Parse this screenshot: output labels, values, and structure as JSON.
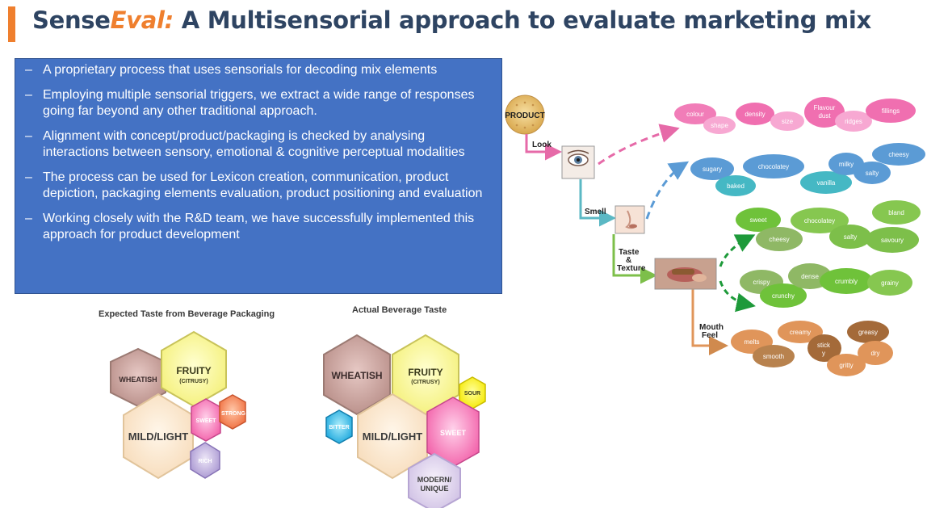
{
  "header": {
    "title_prefix": "Sense",
    "title_italic": "Eval:",
    "title_rest": " A Multisensorial approach to evaluate marketing mix"
  },
  "bullets": [
    "A proprietary process  that uses sensorials  for decoding mix elements",
    "Employing multiple sensorial triggers, we extract a wide range of responses going far beyond any other traditional approach.",
    "Alignment with concept/product/packaging is checked by analysing interactions between sensory, emotional & cognitive perceptual modalities",
    "The process can be used for Lexicon creation, communication, product depiction, packaging elements  evaluation, product  positioning and evaluation",
    "Working closely with the R&D team, we have successfully implemented this approach for product development"
  ],
  "expected": {
    "title": "Expected Taste from Beverage Packaging",
    "wheatish": "WHEATISH",
    "fruity": "FRUITY",
    "citrusy": "(CITRUSY)",
    "mild": "MILD/LIGHT",
    "sweet": "SWEET",
    "strong": "STRONG",
    "rich": "RICH"
  },
  "actual": {
    "title": "Actual Beverage Taste",
    "wheatish": "WHEATISH",
    "fruity": "FRUITY",
    "citrusy": "(CITRUSY)",
    "sour": "SOUR",
    "bitter": "BITTER",
    "mild": "MILD/LIGHT",
    "sweet": "SWEET",
    "modern1": "MODERN/",
    "modern2": "UNIQUE"
  },
  "flow": {
    "product": "PRODUCT",
    "look": "Look",
    "smell": "Smell",
    "taste1": "Taste",
    "taste2": "&",
    "taste3": "Texture",
    "mouth1": "Mouth",
    "mouth2": "Feel"
  },
  "clouds": {
    "look": [
      "colour",
      "shape",
      "density",
      "size",
      "Flavour",
      "dust",
      "ridges",
      "fillings"
    ],
    "smell": [
      "sugary",
      "baked",
      "chocolatey",
      "vanilla",
      "milky",
      "salty",
      "cheesy"
    ],
    "taste": [
      "sweet",
      "cheesy",
      "chocolatey",
      "salty",
      "bland",
      "savoury",
      "crispy",
      "crunchy",
      "dense",
      "crumbly",
      "grainy"
    ],
    "mouth": [
      "melts",
      "smooth",
      "creamy",
      "stick",
      "y",
      "greasy",
      "gritty",
      "dry"
    ]
  },
  "colors": {
    "accent": "#ef7f2e",
    "title": "#2e4462",
    "bullet_box": "#4472c4",
    "look": "#e66aa8",
    "smell": "#5b9bd5",
    "taste": "#7dbf4a",
    "mouth": "#e0955a"
  },
  "icons": [
    "product-cookie-icon",
    "eye-photo",
    "nose-photo",
    "mouth-photo"
  ]
}
